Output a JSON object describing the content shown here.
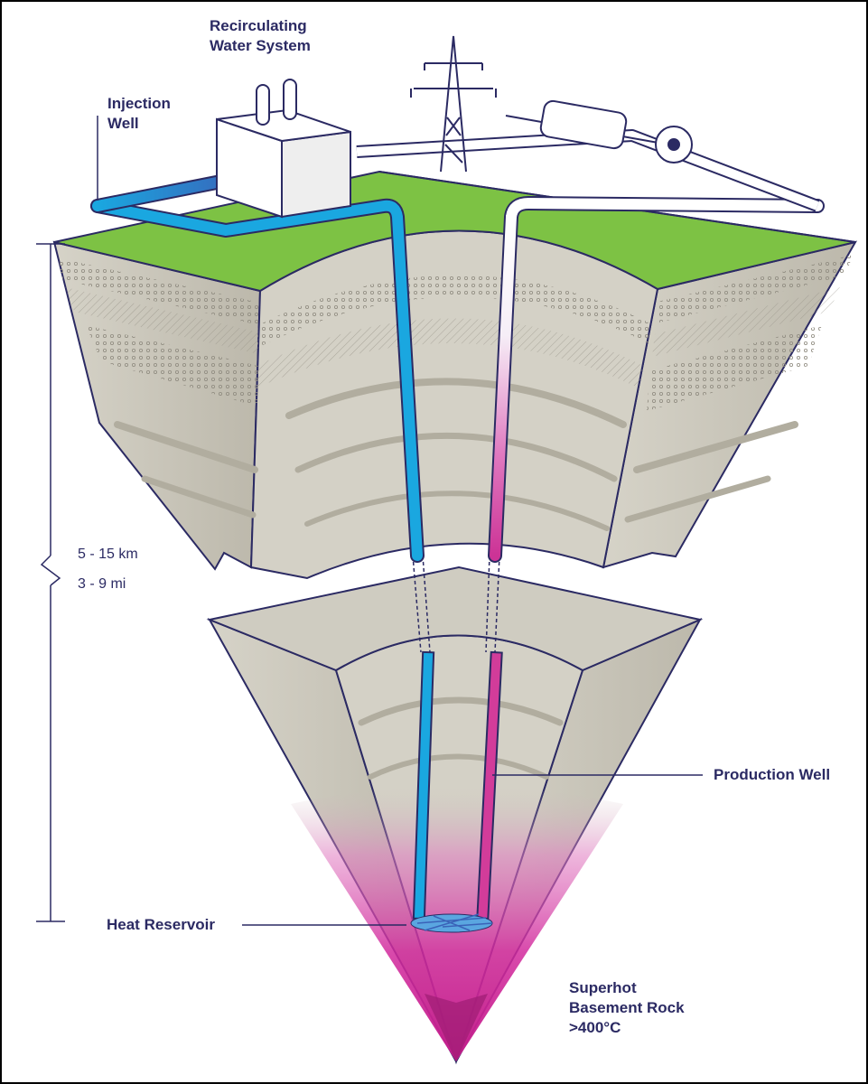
{
  "labels": {
    "recirculating_line1": "Recirculating",
    "recirculating_line2": "Water System",
    "injection_line1": "Injection",
    "injection_line2": "Well",
    "production_well": "Production Well",
    "heat_reservoir": "Heat Reservoir",
    "superhot_line1": "Superhot",
    "superhot_line2": "Basement Rock",
    "superhot_line3": ">400°C"
  },
  "depth": {
    "km": "5 - 15 km",
    "mi": "3 - 9 mi"
  },
  "colors": {
    "text": "#2b2a63",
    "outline": "#2b2a63",
    "grass": "#7dc244",
    "rock": "#c9c6ba",
    "rock_light": "#dcd9cf",
    "injection_blue": "#1aa7e0",
    "production_magenta": "#d23c9a",
    "hot_magenta": "#d22a9d"
  }
}
